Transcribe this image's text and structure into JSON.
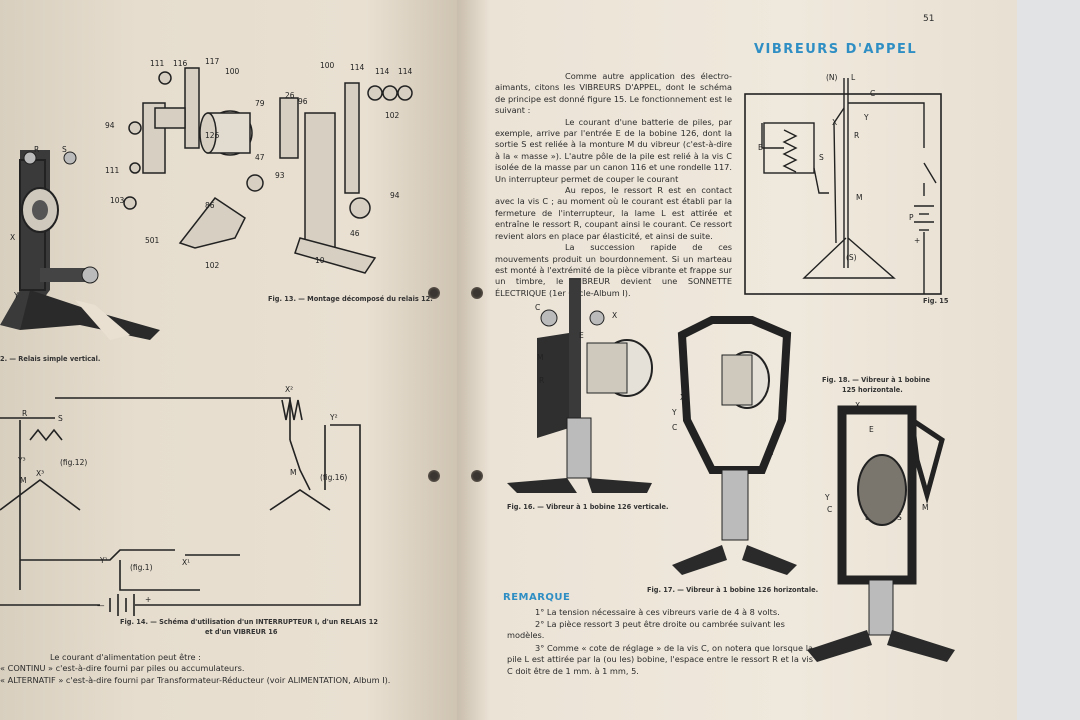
{
  "right": {
    "page_number": "51",
    "title": "VIBREURS D'APPEL",
    "para1": "Comme autre application des électro-aimants, citons les VIBREURS D'APPEL, dont le schéma de principe est donné figure 15. Le fonctionnement est le suivant :",
    "para2": "Le courant d'une batterie de piles, par exemple, arrive par l'entrée E de la bobine 126, dont la sortie S est reliée à la monture M du vibreur (c'est-à-dire à la « masse »). L'autre pôle de la pile est relié à la vis C isolée de la masse par un canon 116 et une rondelle 117. Un interrupteur permet de couper le courant",
    "para3": "Au repos, le ressort R est en contact avec la vis C ; au moment où le courant est établi par la fermeture de l'interrupteur, la lame L est attirée et entraîne le ressort R, coupant ainsi le courant. Ce ressort revient alors en place par élasticité, et ainsi de suite.",
    "para4": "La succession rapide de ces mouvements produit un bourdonnement. Si un marteau est monté à l'extrémité de la pièce vibrante et frappe sur un timbre, le VIBREUR devient une SONNETTE ÉLECTRIQUE (1er Cycle-Album I).",
    "fig15_caption": "Fig. 15",
    "fig16_caption": "Fig. 16. — Vibreur à 1 bobine 126 verticale.",
    "fig17_caption": "Fig. 17. — Vibreur à 1 bobine 126 horizontale.",
    "fig18_caption": "Fig. 18. — Vibreur à 1 bobine 125 horizontale.",
    "remarque_title": "REMARQUE",
    "rem1": "1° La tension nécessaire à ces vibreurs varie de 4 à 8 volts.",
    "rem2": "2° La pièce ressort 3 peut être droite ou cambrée suivant les modèles.",
    "rem3": "3° Comme « cote de réglage » de la vis C, on notera que lorsque la pile L est attirée par la (ou les) bobine, l'espace entre le ressort R et la vis C doit être de 1 mm. à 1 mm, 5."
  },
  "left": {
    "fig13_caption": "Fig. 13. — Montage décomposé du relais 12.",
    "fig12_caption": "2. — Relais simple vertical.",
    "fig14_caption_a": "Fig. 14. — Schéma d'utilisation d'un INTERRUPTEUR I, d'un RELAIS 12",
    "fig14_caption_b": "et d'un VIBREUR 16",
    "text1": "Le courant d'alimentation peut être :",
    "text2": "« CONTINU » c'est-à-dire fourni par piles ou accumulateurs.",
    "text3": "« ALTERNATIF » c'est-à-dire fourni par Transformateur-Réducteur (voir ALIMENTATION, Album I)."
  },
  "colors": {
    "title_blue": "#2f8fc4",
    "paper": "#ebe3d6",
    "ink": "#2a2a2a"
  }
}
